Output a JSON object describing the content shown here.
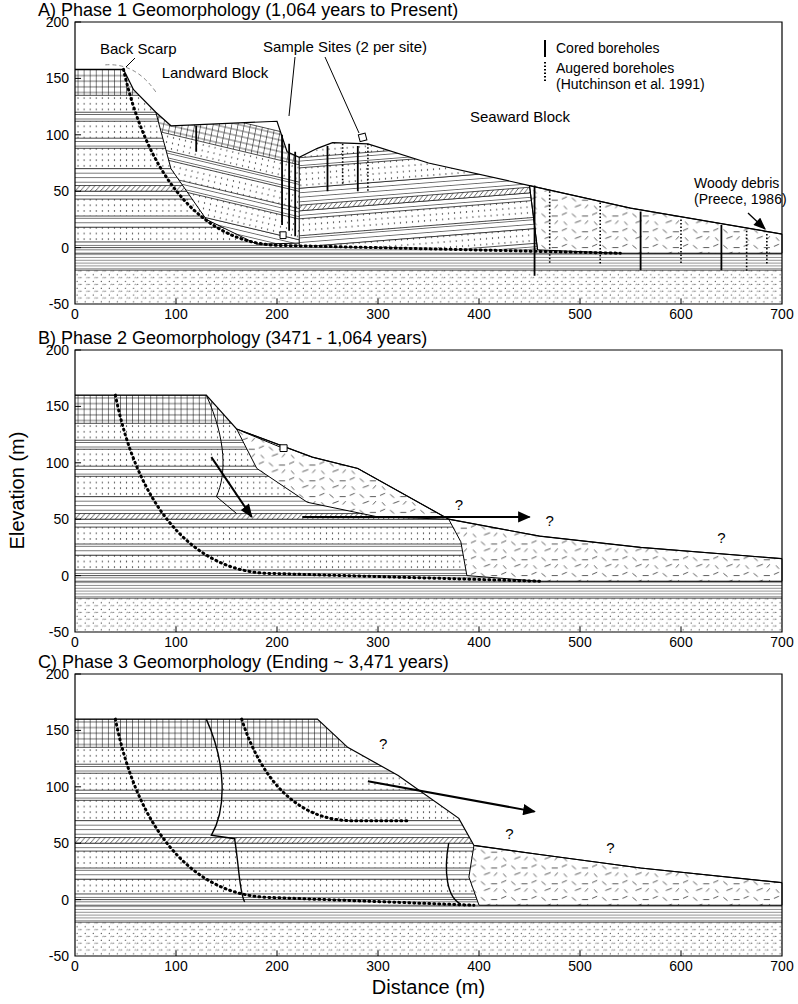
{
  "diagram": {
    "labels": [
      "A) Phase 1 Geomorphology (1,064 years to Present)",
      "Back Scarp",
      "Landward Block",
      "Sample Sites (2 per site)",
      "Seaward Block",
      "Woody debris (Preece, 1986)",
      "200",
      "150",
      "100",
      "50",
      "0",
      "-50",
      "0",
      "100",
      "200",
      "300",
      "400",
      "500",
      "600",
      "700",
      "B) Phase 2 Geomorphology (3471 - 1,064 years)",
      "200",
      "150",
      "100",
      "50",
      "0",
      "-50",
      "0",
      "100",
      "200",
      "300",
      "400",
      "500",
      "600",
      "700",
      "?",
      "?",
      "?",
      "Elevation (m)",
      "C) Phase 3 Geomorphology (Ending ~ 3,471 years)",
      "200",
      "150",
      "100",
      "50",
      "0",
      "-50",
      "0",
      "100",
      "200",
      "300",
      "400",
      "500",
      "600",
      "700",
      "?",
      "?",
      "?",
      "Distance (m)"
    ],
    "legend": [
      {
        "text": "Cored boreholes"
      },
      {
        "text": "Augered boreholes (Hutchinson et al. 1991)"
      }
    ]
  }
}
